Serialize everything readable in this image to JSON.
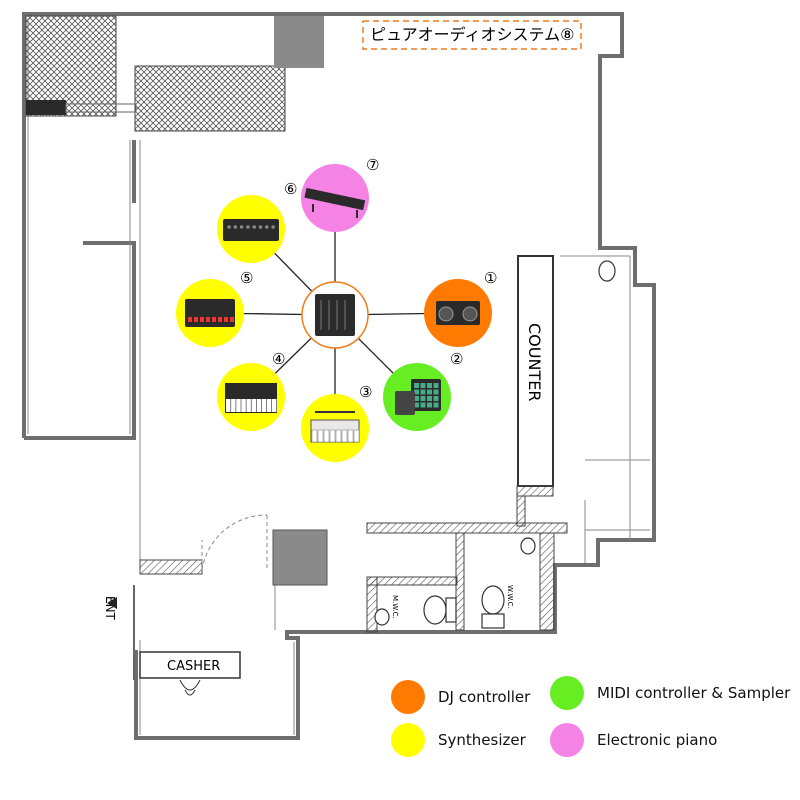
{
  "title_note": "ピュアオーディオシステム⑧",
  "counter_label": "COUNTER",
  "casher_label": "CASHER",
  "ent_label": "ENT",
  "wc_labels": [
    "W.W.C.",
    "M.W.C."
  ],
  "hub": {
    "category": "mixer"
  },
  "stations": [
    {
      "number": "①",
      "category": "DJ controller",
      "device": "dj-controller"
    },
    {
      "number": "②",
      "category": "MIDI controller & Sampler",
      "device": "midi-sampler"
    },
    {
      "number": "③",
      "category": "Synthesizer",
      "device": "compact-synth"
    },
    {
      "number": "④",
      "category": "Synthesizer",
      "device": "keyboard-synth"
    },
    {
      "number": "⑤",
      "category": "Synthesizer",
      "device": "groovebox"
    },
    {
      "number": "⑥",
      "category": "Synthesizer",
      "device": "desktop-synth"
    },
    {
      "number": "⑦",
      "category": "Electronic piano",
      "device": "digital-piano"
    }
  ],
  "legend": [
    {
      "label": "DJ controller",
      "color": "#ff7a00"
    },
    {
      "label": "MIDI controller & Sampler",
      "color": "#66ee22"
    },
    {
      "label": "Synthesizer",
      "color": "#ffff00"
    },
    {
      "label": "Electronic piano",
      "color": "#f583e6"
    }
  ],
  "colors": {
    "wall": "#6e6e6e",
    "hatch": "#444444",
    "pillar": "#8a8a8a",
    "accent": "#f07c1a"
  }
}
